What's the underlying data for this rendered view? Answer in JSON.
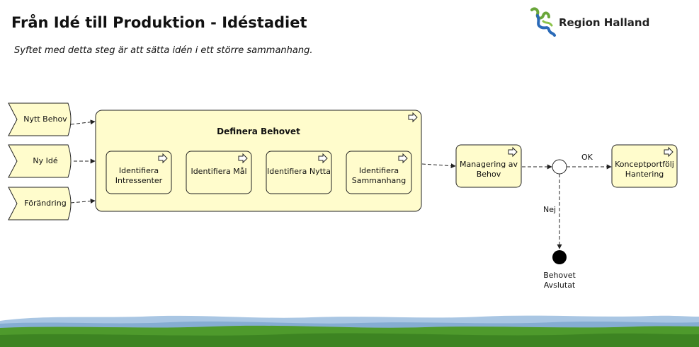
{
  "header": {
    "title": "Från Idé till Produktion - Idéstadiet",
    "subtitle": "Syftet med detta steg är att sätta idén i ett större sammanhang."
  },
  "logo": {
    "text": "Region Halland",
    "colors": [
      "#4a9a3a",
      "#2a6ab8",
      "#8cc34a"
    ]
  },
  "diagram": {
    "events": [
      {
        "label": "Nytt Behov"
      },
      {
        "label": "Ny Idé"
      },
      {
        "label": "Förändring"
      }
    ],
    "group": {
      "label": "Definera Behovet"
    },
    "subprocesses": [
      {
        "label": "Identifiera Intressenter"
      },
      {
        "label": "Identifiera Mål"
      },
      {
        "label": "Identifiera Nytta"
      },
      {
        "label": "Identifiera Sammanhang"
      }
    ],
    "managing": {
      "label": "Managering av Behov"
    },
    "portfolio": {
      "label": "Konceptportfölj Hantering"
    },
    "edges": {
      "ok_label": "OK",
      "no_label": "Nej"
    },
    "end": {
      "label": "Behovet Avslutat"
    }
  },
  "colors": {
    "box_fill": "#fffccc",
    "box_stroke": "#222222",
    "connector": "#222222",
    "sky": "#8fb4d6",
    "grass": "#4e9a2c"
  }
}
